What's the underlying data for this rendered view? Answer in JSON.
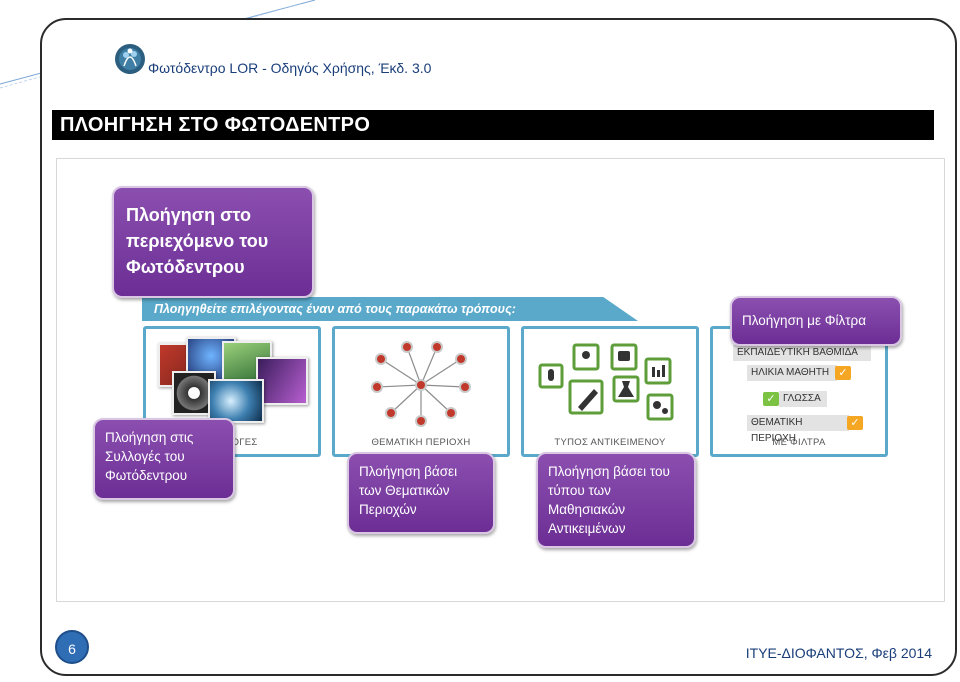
{
  "header": {
    "doc_title": "Φωτόδεντρο LOR - Οδηγός Χρήσης, Έκδ. 3.0",
    "banner": "ΠΛΟΗΓΗΣΗ ΣΤΟ ΦΩΤΟΔΕΝΤΡΟ"
  },
  "figure": {
    "main_callout": "Πλοήγηση στο περιεχόμενο του Φωτόδεντρου",
    "strip_text": "Πλοηγηθείτε επιλέγοντας έναν από τους παρακάτω τρόπους:",
    "cards": [
      {
        "label": "ΣΥΛΛΟΓΕΣ"
      },
      {
        "label": "ΘΕΜΑΤΙΚΗ ΠΕΡΙΟΧΗ"
      },
      {
        "label": "ΤΥΠΟΣ ΑΝΤΙΚΕΙΜΕΝΟΥ"
      },
      {
        "label": "ΜΕ ΦΙΛΤΡΑ"
      }
    ],
    "filters": [
      "ΕΚΠΑΙΔΕΥΤΙΚΗ ΒΑΘΜΙΔΑ",
      "ΗΛΙΚΙΑ ΜΑΘΗΤΗ",
      "ΓΛΩΣΣΑ",
      "ΘΕΜΑΤΙΚΗ ΠΕΡΙΟΧΗ"
    ],
    "callouts": {
      "collections": "Πλοήγηση στις Συλλογές του Φωτόδεντρου",
      "subjects": "Πλοήγηση βάσει των Θεματικών Περιοχών",
      "types": "Πλοήγηση βάσει του τύπου των Μαθησιακών Αντικειμένων",
      "filters": "Πλοήγηση με Φίλτρα"
    }
  },
  "footer": {
    "page_number": "6",
    "credit": "ΙΤΥΕ-ΔΙΟΦΑΝΤΟΣ, Φεβ 2014"
  },
  "colors": {
    "purple": "#7a3da3",
    "teal": "#5aa9cb",
    "banner": "#000000",
    "page_badge": "#2f6db5"
  }
}
